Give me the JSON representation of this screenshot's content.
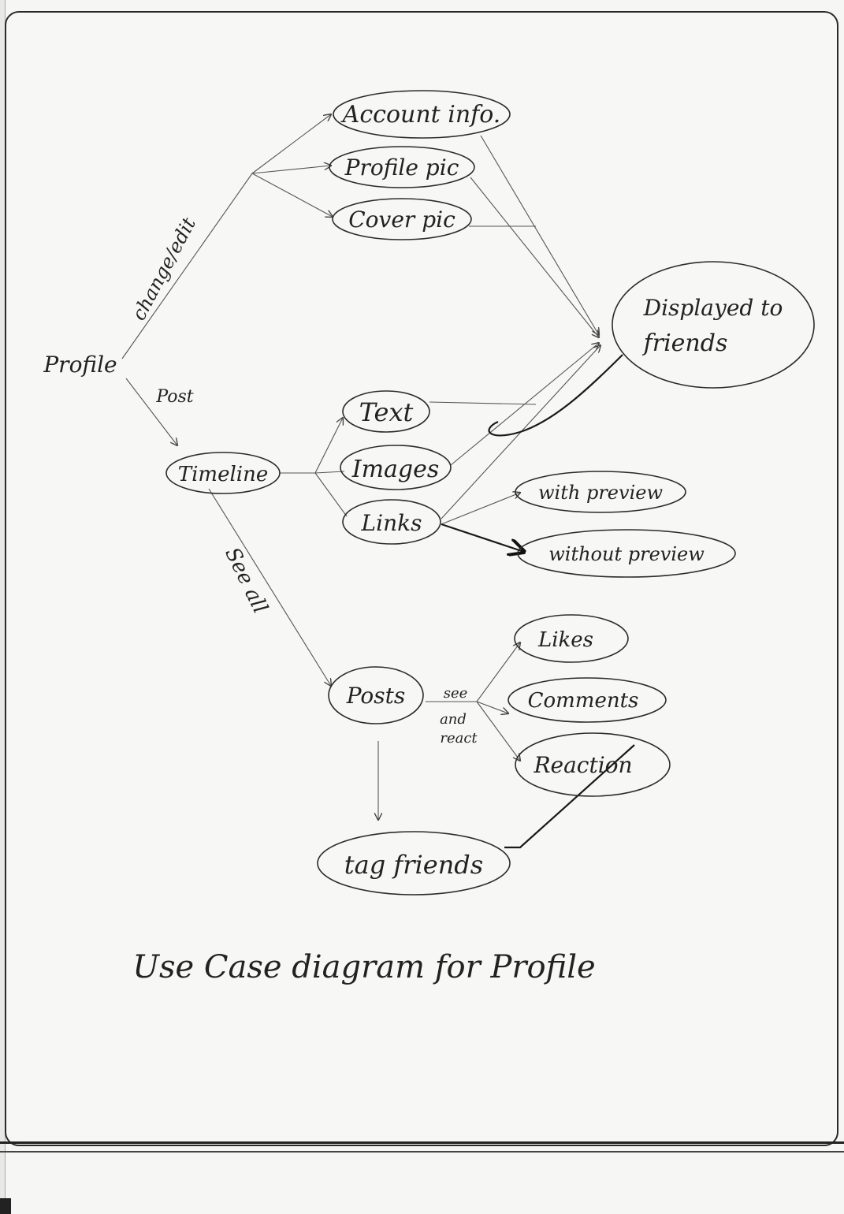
{
  "nodes": {
    "account_info": "Account info.",
    "profile_pic": "Profile pic",
    "cover_pic": "Cover pic",
    "displayed_line1": "Displayed to",
    "displayed_line2": "friends",
    "profile": "Profile",
    "timeline": "Timeline",
    "text": "Text",
    "images": "Images",
    "links": "Links",
    "with_preview": "with preview",
    "without_preview": "without preview",
    "posts": "Posts",
    "likes": "Likes",
    "comments": "Comments",
    "reaction": "Reaction",
    "tag_friends": "tag friends"
  },
  "edge_labels": {
    "change_edit": "change/edit",
    "post": "Post",
    "see_all": "See all",
    "see": "see",
    "and": "and",
    "react": "react"
  },
  "caption": "Use Case diagram for Profile"
}
